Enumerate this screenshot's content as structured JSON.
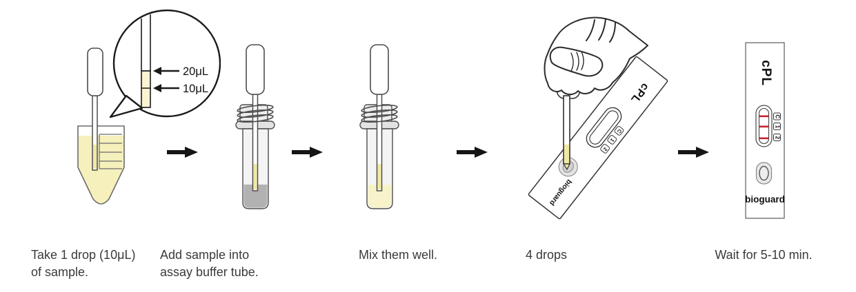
{
  "steps": [
    {
      "caption": [
        "Take 1 drop (10μL)",
        "of sample."
      ]
    },
    {
      "caption": [
        "Add sample into",
        "assay buffer tube."
      ]
    },
    {
      "caption": [
        "Mix them well."
      ]
    },
    {
      "caption": [
        "4 drops"
      ]
    },
    {
      "caption": [
        "Wait for 5-10 min."
      ]
    }
  ],
  "magnifier": {
    "marks": [
      "20μL",
      "10μL"
    ]
  },
  "cassette": {
    "title": "cPL",
    "brand": "bioguard",
    "result_labels": [
      "C",
      "1",
      "2"
    ]
  },
  "colors": {
    "sample_yellow": "#F6F0BC",
    "dropper_tip_yellow": "#F0E9A2",
    "buffer_gray": "#B2B2B2",
    "mixed_yellow": "#F7F2CA",
    "result_line_red": "#C1272D",
    "outline": "#4D4D4D"
  }
}
